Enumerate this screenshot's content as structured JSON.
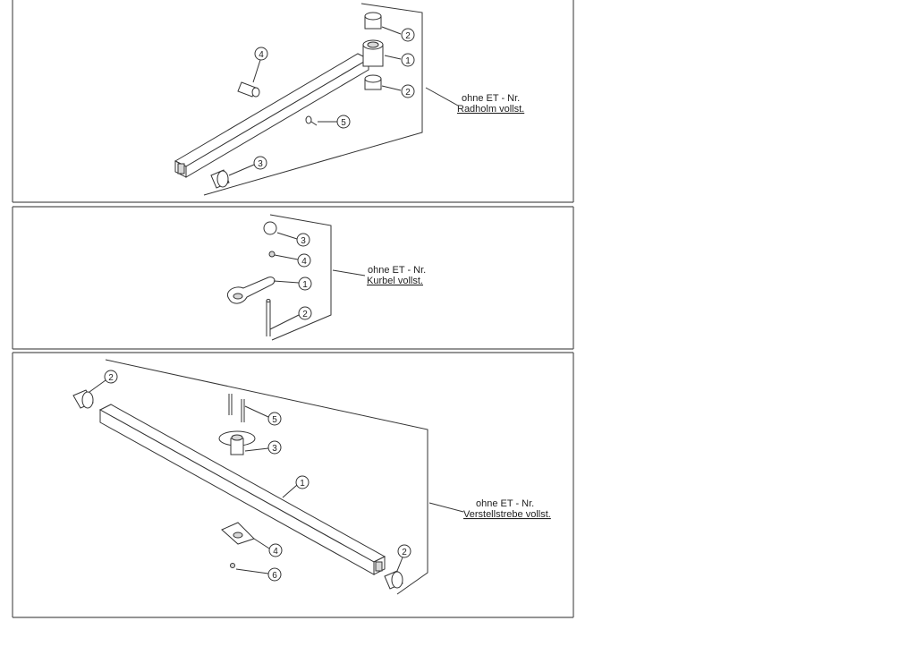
{
  "sections": [
    {
      "id": "radholm",
      "caption_line1": "ohne ET - Nr.",
      "caption_line2": "Radholm vollst.",
      "callouts": [
        "1",
        "2",
        "2",
        "3",
        "4",
        "5"
      ]
    },
    {
      "id": "kurbel",
      "caption_line1": "ohne ET - Nr.",
      "caption_line2": "Kurbel vollst.",
      "callouts": [
        "1",
        "2",
        "3",
        "4"
      ]
    },
    {
      "id": "verstellstrebe",
      "caption_line1": "ohne ET - Nr.",
      "caption_line2": "Verstellstrebe vollst.",
      "callouts": [
        "1",
        "2",
        "2",
        "3",
        "4",
        "5",
        "6"
      ]
    }
  ]
}
